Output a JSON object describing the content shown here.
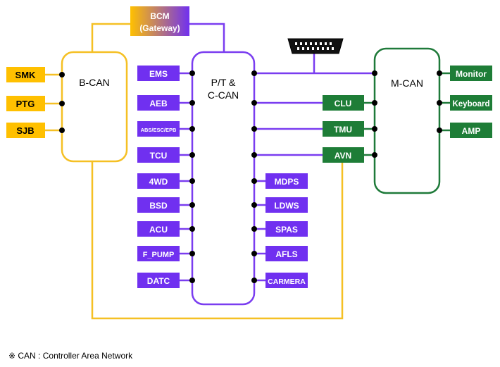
{
  "colors": {
    "b_can": "#f5c024",
    "c_can": "#7a3df0",
    "m_can": "#1f7a3a",
    "ecu_yellow": "#ffc000",
    "ecu_purple": "#7030f0",
    "ecu_green": "#1e7d37"
  },
  "gateway": {
    "line1": "BCM",
    "line2": "(Gateway)"
  },
  "buses": {
    "b_can": "B-CAN",
    "pt_c_can_line1": "P/T &",
    "pt_c_can_line2": "C-CAN",
    "m_can": "M-CAN"
  },
  "b_can_nodes": [
    "SMK",
    "PTG",
    "SJB"
  ],
  "c_can_left_nodes": [
    "EMS",
    "AEB",
    "ABS/ESC/EPB",
    "TCU",
    "4WD",
    "BSD",
    "ACU",
    "F_PUMP",
    "DATC"
  ],
  "shared_nodes": [
    "CLU",
    "TMU",
    "AVN"
  ],
  "c_can_right_nodes": [
    "MDPS",
    "LDWS",
    "SPAS",
    "AFLS",
    "CARMERA"
  ],
  "m_can_nodes": [
    "Monitor",
    "Keyboard",
    "AMP"
  ],
  "obd_connector": "obd-connector-icon",
  "footnote": "※ CAN : Controller Area Network"
}
